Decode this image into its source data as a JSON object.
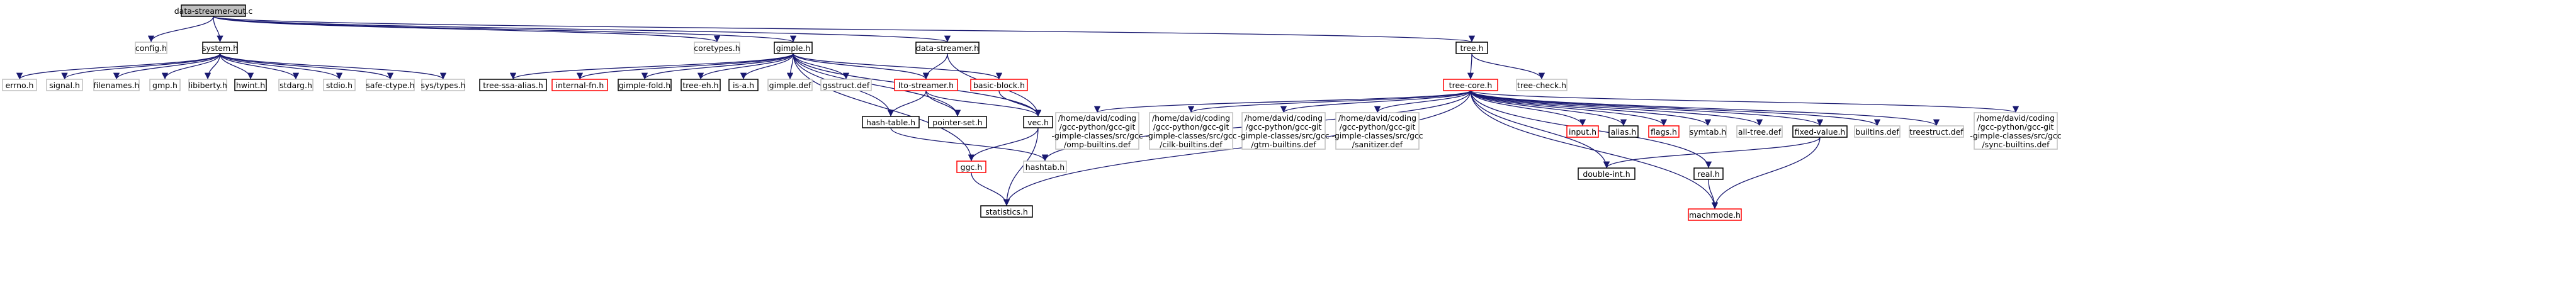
{
  "colors": {
    "edge": "#191970",
    "root_fill": "#bfbfbf",
    "root_border": "#000000",
    "documented_border": "#000000",
    "undocumented_border": "#bfbfbf",
    "missing_border": "#ff0000",
    "fill": "#ffffff"
  },
  "nodes": [
    {
      "id": "root",
      "label": "data-streamer-out.c",
      "style": "root"
    },
    {
      "id": "config",
      "label": "config.h",
      "style": "undocumented"
    },
    {
      "id": "system",
      "label": "system.h",
      "style": "documented"
    },
    {
      "id": "coretypes",
      "label": "coretypes.h",
      "style": "undocumented"
    },
    {
      "id": "gimple",
      "label": "gimple.h",
      "style": "documented"
    },
    {
      "id": "datastreamer",
      "label": "data-streamer.h",
      "style": "documented"
    },
    {
      "id": "tree",
      "label": "tree.h",
      "style": "documented"
    },
    {
      "id": "errno",
      "label": "errno.h",
      "style": "undocumented"
    },
    {
      "id": "signal",
      "label": "signal.h",
      "style": "undocumented"
    },
    {
      "id": "filenames",
      "label": "filenames.h",
      "style": "undocumented"
    },
    {
      "id": "gmp",
      "label": "gmp.h",
      "style": "undocumented"
    },
    {
      "id": "libiberty",
      "label": "libiberty.h",
      "style": "undocumented"
    },
    {
      "id": "hwint",
      "label": "hwint.h",
      "style": "documented"
    },
    {
      "id": "stdarg",
      "label": "stdarg.h",
      "style": "undocumented"
    },
    {
      "id": "stdio",
      "label": "stdio.h",
      "style": "undocumented"
    },
    {
      "id": "safectype",
      "label": "safe-ctype.h",
      "style": "undocumented"
    },
    {
      "id": "systypes",
      "label": "sys/types.h",
      "style": "undocumented"
    },
    {
      "id": "treessaalias",
      "label": "tree-ssa-alias.h",
      "style": "documented"
    },
    {
      "id": "internalfn",
      "label": "internal-fn.h",
      "style": "missing"
    },
    {
      "id": "gimplefold",
      "label": "gimple-fold.h",
      "style": "documented"
    },
    {
      "id": "treeeh",
      "label": "tree-eh.h",
      "style": "documented"
    },
    {
      "id": "isa",
      "label": "is-a.h",
      "style": "documented"
    },
    {
      "id": "gimpledef",
      "label": "gimple.def",
      "style": "undocumented"
    },
    {
      "id": "gsstruct",
      "label": "gsstruct.def",
      "style": "undocumented"
    },
    {
      "id": "ltostreamer",
      "label": "lto-streamer.h",
      "style": "missing"
    },
    {
      "id": "basicblock",
      "label": "basic-block.h",
      "style": "missing"
    },
    {
      "id": "hashtable",
      "label": "hash-table.h",
      "style": "documented"
    },
    {
      "id": "pointerset",
      "label": "pointer-set.h",
      "style": "documented"
    },
    {
      "id": "vec",
      "label": "vec.h",
      "style": "documented"
    },
    {
      "id": "ggc",
      "label": "ggc.h",
      "style": "missing"
    },
    {
      "id": "hashtab",
      "label": "hashtab.h",
      "style": "undocumented"
    },
    {
      "id": "statistics",
      "label": "statistics.h",
      "style": "documented"
    },
    {
      "id": "treecheck",
      "label": "tree-check.h",
      "style": "undocumented"
    },
    {
      "id": "treecore",
      "label": "tree-core.h",
      "style": "missing"
    },
    {
      "id": "ompbuiltins",
      "label": "/home/david/coding\n/gcc-python/gcc-git\n-gimple-classes/src/gcc\n/omp-builtins.def",
      "style": "undocumented"
    },
    {
      "id": "cilkbuiltins",
      "label": "/home/david/coding\n/gcc-python/gcc-git\n-gimple-classes/src/gcc\n/cilk-builtins.def",
      "style": "undocumented"
    },
    {
      "id": "gtmbuiltins",
      "label": "/home/david/coding\n/gcc-python/gcc-git\n-gimple-classes/src/gcc\n/gtm-builtins.def",
      "style": "undocumented"
    },
    {
      "id": "sanitizer",
      "label": "/home/david/coding\n/gcc-python/gcc-git\n-gimple-classes/src/gcc\n/sanitizer.def",
      "style": "undocumented"
    },
    {
      "id": "input",
      "label": "input.h",
      "style": "missing"
    },
    {
      "id": "alias",
      "label": "alias.h",
      "style": "documented"
    },
    {
      "id": "flags",
      "label": "flags.h",
      "style": "missing"
    },
    {
      "id": "symtab",
      "label": "symtab.h",
      "style": "undocumented"
    },
    {
      "id": "alltreedef",
      "label": "all-tree.def",
      "style": "undocumented"
    },
    {
      "id": "fixedvalue",
      "label": "fixed-value.h",
      "style": "documented"
    },
    {
      "id": "builtinsdef",
      "label": "builtins.def",
      "style": "undocumented"
    },
    {
      "id": "treestruct",
      "label": "treestruct.def",
      "style": "undocumented"
    },
    {
      "id": "syncbuiltins",
      "label": "/home/david/coding\n/gcc-python/gcc-git\n-gimple-classes/src/gcc\n/sync-builtins.def",
      "style": "undocumented"
    },
    {
      "id": "doubleint",
      "label": "double-int.h",
      "style": "documented"
    },
    {
      "id": "real",
      "label": "real.h",
      "style": "documented"
    },
    {
      "id": "machmode",
      "label": "machmode.h",
      "style": "missing"
    }
  ],
  "edges": [
    [
      "root",
      "config"
    ],
    [
      "root",
      "system"
    ],
    [
      "root",
      "coretypes"
    ],
    [
      "root",
      "gimple"
    ],
    [
      "root",
      "datastreamer"
    ],
    [
      "root",
      "tree"
    ],
    [
      "system",
      "errno"
    ],
    [
      "system",
      "signal"
    ],
    [
      "system",
      "filenames"
    ],
    [
      "system",
      "gmp"
    ],
    [
      "system",
      "libiberty"
    ],
    [
      "system",
      "hwint"
    ],
    [
      "system",
      "stdarg"
    ],
    [
      "system",
      "stdio"
    ],
    [
      "system",
      "safectype"
    ],
    [
      "system",
      "systypes"
    ],
    [
      "gimple",
      "treessaalias"
    ],
    [
      "gimple",
      "internalfn"
    ],
    [
      "gimple",
      "gimplefold"
    ],
    [
      "gimple",
      "treeeh"
    ],
    [
      "gimple",
      "isa"
    ],
    [
      "gimple",
      "gimpledef"
    ],
    [
      "gimple",
      "gsstruct"
    ],
    [
      "gimple",
      "ltostreamer"
    ],
    [
      "gimple",
      "basicblock"
    ],
    [
      "gimple",
      "hashtable"
    ],
    [
      "gimple",
      "pointerset"
    ],
    [
      "gimple",
      "vec"
    ],
    [
      "gimple",
      "ggc"
    ],
    [
      "datastreamer",
      "ltostreamer"
    ],
    [
      "datastreamer",
      "vec"
    ],
    [
      "ltostreamer",
      "hashtable"
    ],
    [
      "ltostreamer",
      "pointerset"
    ],
    [
      "ltostreamer",
      "vec"
    ],
    [
      "basicblock",
      "vec"
    ],
    [
      "hashtable",
      "hashtab"
    ],
    [
      "ggc",
      "statistics"
    ],
    [
      "vec",
      "statistics"
    ],
    [
      "vec",
      "ggc"
    ],
    [
      "tree",
      "treecheck"
    ],
    [
      "tree",
      "treecore"
    ],
    [
      "treecore",
      "hashtab"
    ],
    [
      "treecore",
      "statistics"
    ],
    [
      "treecore",
      "ompbuiltins"
    ],
    [
      "treecore",
      "cilkbuiltins"
    ],
    [
      "treecore",
      "gtmbuiltins"
    ],
    [
      "treecore",
      "sanitizer"
    ],
    [
      "treecore",
      "input"
    ],
    [
      "treecore",
      "alias"
    ],
    [
      "treecore",
      "flags"
    ],
    [
      "treecore",
      "symtab"
    ],
    [
      "treecore",
      "alltreedef"
    ],
    [
      "treecore",
      "fixedvalue"
    ],
    [
      "treecore",
      "builtinsdef"
    ],
    [
      "treecore",
      "treestruct"
    ],
    [
      "treecore",
      "syncbuiltins"
    ],
    [
      "treecore",
      "doubleint"
    ],
    [
      "treecore",
      "real"
    ],
    [
      "treecore",
      "machmode"
    ],
    [
      "fixedvalue",
      "doubleint"
    ],
    [
      "fixedvalue",
      "machmode"
    ],
    [
      "real",
      "machmode"
    ]
  ]
}
